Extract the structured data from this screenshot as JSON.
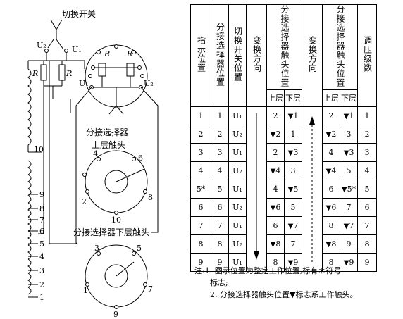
{
  "diagram": {
    "switch_title": "切换开关",
    "u1": "U₁",
    "u2": "U₂",
    "r": "R",
    "selector_upper": "分接选择器",
    "selector_upper2": "上层触头",
    "selector_lower": "分接选择器下层触头",
    "taps_left": [
      "10",
      "9",
      "8",
      "7",
      "6",
      "5",
      "4",
      "3",
      "2",
      "1"
    ],
    "upper_ring": [
      "2",
      "4",
      "6",
      "8",
      "10"
    ],
    "lower_ring": [
      "1",
      "3",
      "5",
      "7",
      "9"
    ]
  },
  "table": {
    "headers": [
      "指示位置",
      "分接选择器位置",
      "切换开关位置",
      "变换方向",
      "分接选择器触头位置",
      "变换方向",
      "分接选择器触头位置",
      "调压级数"
    ],
    "sub_upper": "上层",
    "sub_lower": "下层",
    "rows": [
      {
        "ind": "1",
        "sel": "1",
        "sw": "U₁",
        "a_up": "2",
        "a_lo": "1",
        "a_up_mark": false,
        "a_lo_mark": true,
        "b_up": "2",
        "b_lo": "1",
        "b_up_mark": false,
        "b_lo_mark": true,
        "lvl": "1"
      },
      {
        "ind": "2",
        "sel": "2",
        "sw": "U₂",
        "a_up": "2",
        "a_lo": "1",
        "a_up_mark": true,
        "a_lo_mark": false,
        "b_up": "2",
        "b_lo": "3",
        "b_up_mark": true,
        "b_lo_mark": false,
        "lvl": "2"
      },
      {
        "ind": "3",
        "sel": "3",
        "sw": "U₁",
        "a_up": "2",
        "a_lo": "3",
        "a_up_mark": false,
        "a_lo_mark": true,
        "b_up": "4",
        "b_lo": "3",
        "b_up_mark": false,
        "b_lo_mark": true,
        "lvl": "3"
      },
      {
        "ind": "4",
        "sel": "4",
        "sw": "U₂",
        "a_up": "4",
        "a_lo": "3",
        "a_up_mark": true,
        "a_lo_mark": false,
        "b_up": "4",
        "b_lo": "5",
        "b_up_mark": true,
        "b_lo_mark": false,
        "lvl": "4"
      },
      {
        "ind": "5*",
        "sel": "5",
        "sw": "U₁",
        "a_up": "4",
        "a_lo": "5",
        "a_up_mark": false,
        "a_lo_mark": true,
        "b_up": "6",
        "b_lo": "5*",
        "b_up_mark": false,
        "b_lo_mark": true,
        "lvl": "5"
      },
      {
        "ind": "6",
        "sel": "6",
        "sw": "U₂",
        "a_up": "6",
        "a_lo": "5",
        "a_up_mark": true,
        "a_lo_mark": false,
        "b_up": "6",
        "b_lo": "7",
        "b_up_mark": true,
        "b_lo_mark": false,
        "lvl": "6"
      },
      {
        "ind": "7",
        "sel": "7",
        "sw": "U₁",
        "a_up": "6",
        "a_lo": "7",
        "a_up_mark": false,
        "a_lo_mark": true,
        "b_up": "8",
        "b_lo": "7",
        "b_up_mark": false,
        "b_lo_mark": true,
        "lvl": "7"
      },
      {
        "ind": "8",
        "sel": "8",
        "sw": "U₂",
        "a_up": "8",
        "a_lo": "7",
        "a_up_mark": true,
        "a_lo_mark": false,
        "b_up": "8",
        "b_lo": "9",
        "b_up_mark": true,
        "b_lo_mark": false,
        "lvl": "8"
      },
      {
        "ind": "9",
        "sel": "9",
        "sw": "U₁",
        "a_up": "8",
        "a_lo": "9",
        "a_up_mark": false,
        "a_lo_mark": true,
        "b_up": "8",
        "b_lo": "9",
        "b_up_mark": false,
        "b_lo_mark": true,
        "lvl": "9"
      }
    ],
    "marker": "▼"
  },
  "notes": {
    "line1": "注:1. 图示位置为整定工作位置,标有＊符号",
    "line1b": "标志;",
    "line2": "2. 分接选择器触头位置▼标志系工作触头。"
  }
}
